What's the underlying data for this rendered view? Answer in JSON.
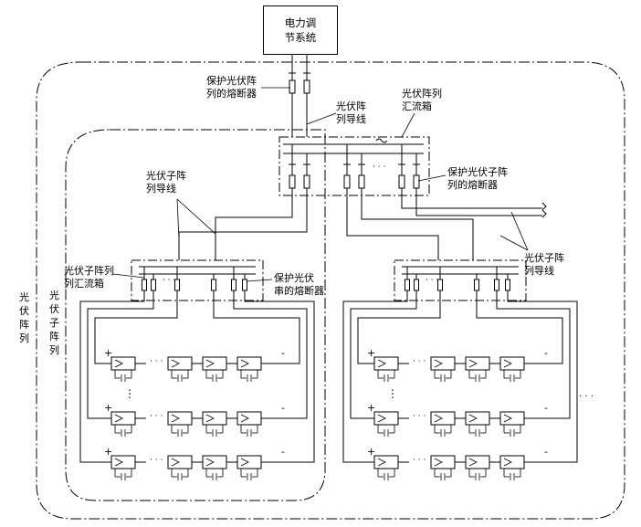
{
  "control_box": {
    "label": "电力调\n节系统"
  },
  "array_label": "光\n伏\n阵\n列",
  "subarray_label": "光\n伏\n子\n阵\n列",
  "labels": {
    "array_fuse": "保护光伏阵\n列的熔断器",
    "array_wire": "光伏阵\n列导线",
    "array_combiner": "光伏阵列\n汇流箱",
    "subarray_fuse": "保护光伏子阵\n列的熔断器",
    "subarray_wire_left": "光伏子阵\n列导线",
    "subarray_wire_right": "光伏子阵\n列导线",
    "subarray_combiner": "光伏子阵列\n列汇流箱",
    "string_fuse": "保护光伏\n串的熔断器"
  },
  "symbols": {
    "plus": "+",
    "minus": "-",
    "ellipsis_h": "· · ·",
    "ellipsis_v": "⋮",
    "ellipsis_far": "· · ·"
  }
}
